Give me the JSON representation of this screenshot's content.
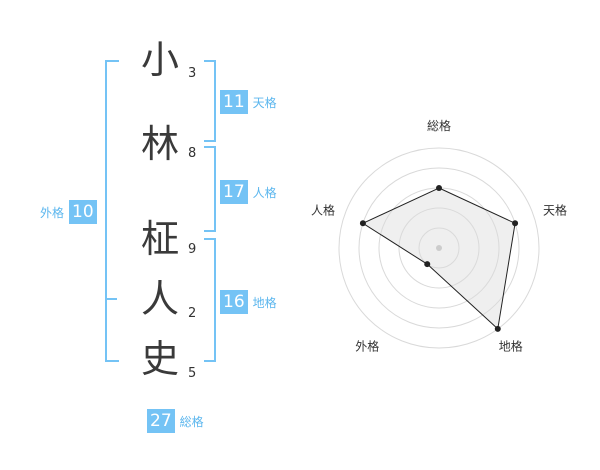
{
  "name": {
    "characters": [
      {
        "char": "小",
        "strokes": "3"
      },
      {
        "char": "林",
        "strokes": "8"
      },
      {
        "char": "柾",
        "strokes": "9"
      },
      {
        "char": "人",
        "strokes": "2"
      },
      {
        "char": "史",
        "strokes": "5"
      }
    ]
  },
  "fortune": {
    "tenkaku": {
      "value": "11",
      "label": "天格"
    },
    "jinkaku": {
      "value": "17",
      "label": "人格"
    },
    "chikaku": {
      "value": "16",
      "label": "地格"
    },
    "gaikaku": {
      "value": "10",
      "label": "外格"
    },
    "soukaku": {
      "value": "27",
      "label": "総格"
    }
  },
  "colors": {
    "accent": "#74c3f5",
    "label": "#5bb6ee",
    "text": "#333333"
  },
  "chart_data": {
    "type": "radar",
    "axes": [
      "総格",
      "天格",
      "地格",
      "外格",
      "人格"
    ],
    "values": [
      3,
      4,
      5,
      1,
      4
    ],
    "max": 5
  }
}
